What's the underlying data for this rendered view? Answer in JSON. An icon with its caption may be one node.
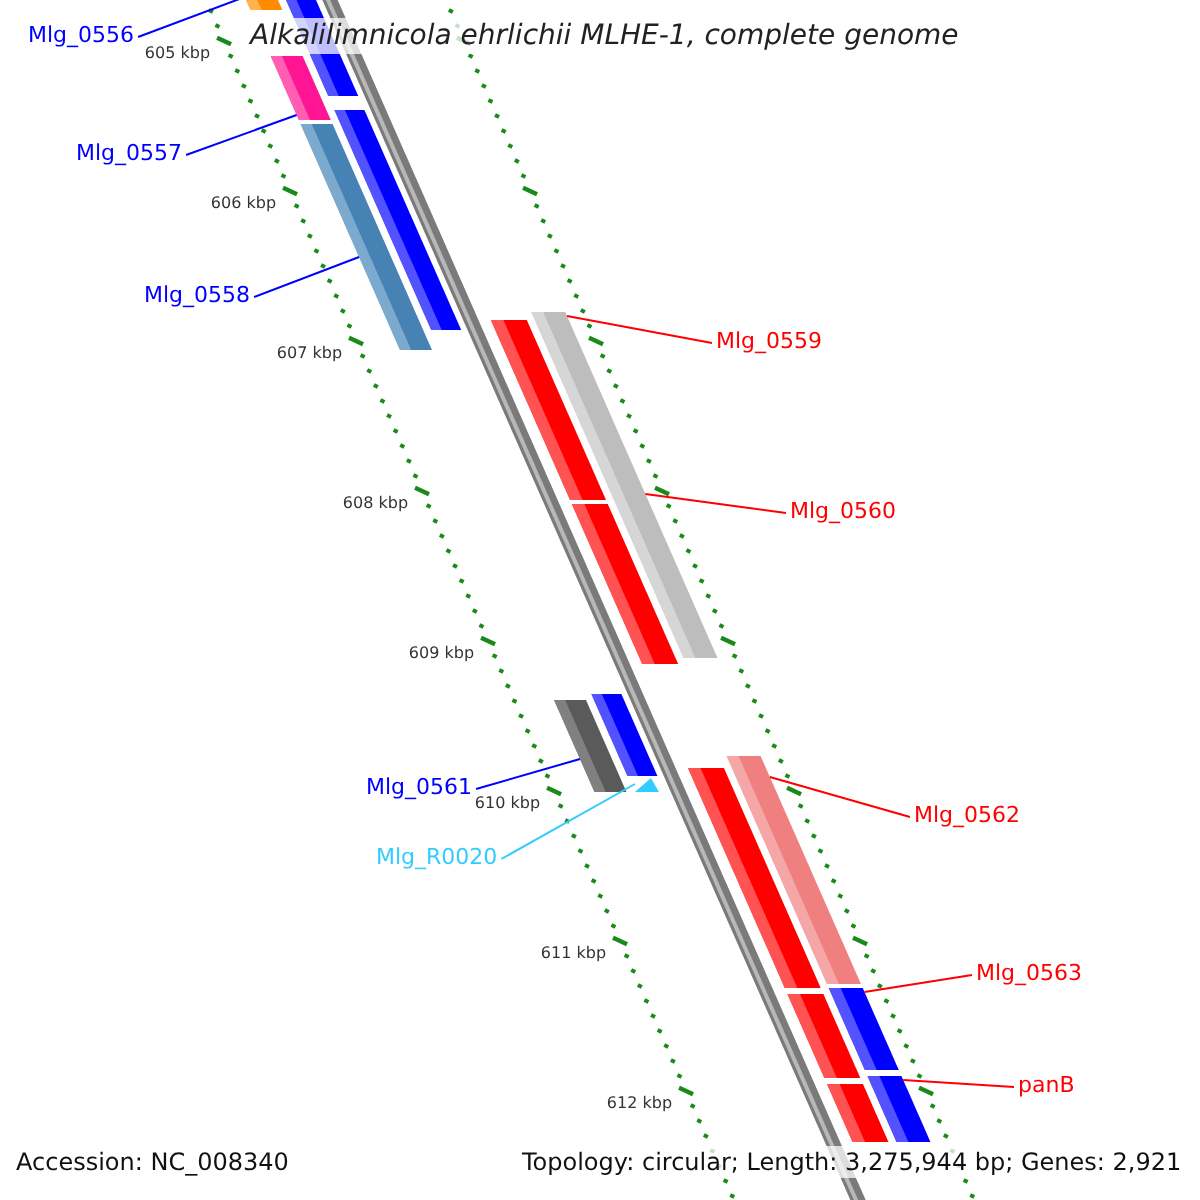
{
  "diagram": {
    "title": "Alkalilimnicola ehrlichii MLHE-1, complete genome",
    "nodes": [
      {
        "text": [
          "Mlg_0556"
        ]
      },
      {
        "text": [
          "Mlg_0557"
        ]
      },
      {
        "text": [
          "Mlg_0558"
        ]
      },
      {
        "text": [
          "Mlg_0559"
        ]
      },
      {
        "text": [
          "Mlg_0560"
        ]
      },
      {
        "text": [
          "Mlg_0561"
        ]
      },
      {
        "text": [
          "Mlg_R0020"
        ]
      },
      {
        "text": [
          "Mlg_0562"
        ]
      },
      {
        "text": [
          "Mlg_0563"
        ]
      },
      {
        "text": [
          "panB"
        ]
      },
      {
        "text": [],
        "shape": "bar"
      },
      {
        "text": [],
        "shape": "bar"
      },
      {
        "text": [],
        "shape": "bar"
      },
      {
        "text": [],
        "shape": "bar"
      },
      {
        "text": [],
        "shape": "bar"
      },
      {
        "text": [],
        "shape": "bar"
      },
      {
        "text": [],
        "shape": "triangle"
      },
      {
        "text": [],
        "shape": "bar"
      },
      {
        "text": [],
        "shape": "bar"
      },
      {
        "text": [],
        "shape": "bar"
      }
    ],
    "edges": [
      {
        "from": 0,
        "to": 10,
        "arrow": "none",
        "color": "#0000ff"
      },
      {
        "from": 1,
        "to": 11,
        "arrow": "none",
        "color": "#0000ff"
      },
      {
        "from": 2,
        "to": 12,
        "arrow": "none",
        "color": "#0000ff"
      },
      {
        "from": 3,
        "to": 13,
        "arrow": "none"
      },
      {
        "from": 4,
        "to": 14,
        "arrow": "none"
      },
      {
        "from": 5,
        "to": 15,
        "arrow": "none",
        "color": "#0000ff"
      },
      {
        "from": 6,
        "to": 16,
        "arrow": "none",
        "color": "#33ccff"
      },
      {
        "from": 7,
        "to": 17,
        "arrow": "none"
      },
      {
        "from": 8,
        "to": 18,
        "arrow": "none"
      },
      {
        "from": 9,
        "to": 19,
        "arrow": "none"
      }
    ],
    "labels": [
      "605 kbp",
      "606 kbp",
      "607 kbp",
      "608 kbp",
      "609 kbp",
      "610 kbp",
      "611 kbp",
      "612 kbp",
      "Accession: NC_008340",
      "Topology: circular; Length: 3,275,944 bp; Genes: 2,921"
    ]
  }
}
